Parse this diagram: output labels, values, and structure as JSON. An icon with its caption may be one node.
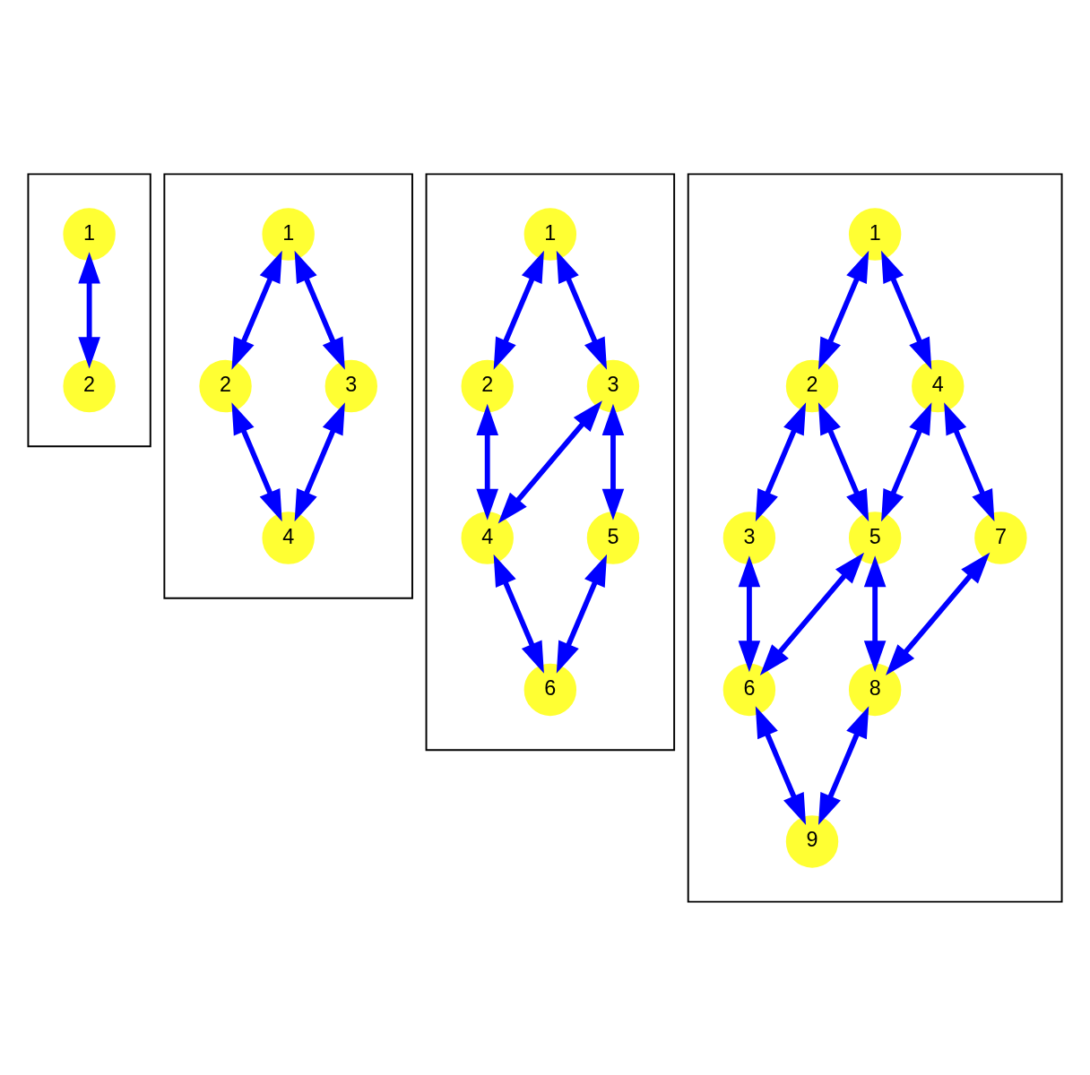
{
  "diagram": {
    "nodes": [
      {
        "text": [],
        "shape": "box"
      },
      {
        "text": [
          "1"
        ],
        "in": 0
      },
      {
        "text": [
          "2"
        ],
        "in": 0
      },
      {
        "text": [],
        "shape": "box"
      },
      {
        "text": [
          "1"
        ],
        "in": 3
      },
      {
        "text": [
          "2"
        ],
        "in": 3
      },
      {
        "text": [
          "3"
        ],
        "in": 3
      },
      {
        "text": [
          "4"
        ],
        "in": 3
      },
      {
        "text": [],
        "shape": "box"
      },
      {
        "text": [
          "1"
        ],
        "in": 8
      },
      {
        "text": [
          "2"
        ],
        "in": 8
      },
      {
        "text": [
          "3"
        ],
        "in": 8
      },
      {
        "text": [
          "4"
        ],
        "in": 8
      },
      {
        "text": [
          "5"
        ],
        "in": 8
      },
      {
        "text": [
          "6"
        ],
        "in": 8
      },
      {
        "text": [],
        "shape": "box"
      },
      {
        "text": [
          "1"
        ],
        "in": 15
      },
      {
        "text": [
          "2"
        ],
        "in": 15
      },
      {
        "text": [
          "3"
        ],
        "in": 15
      },
      {
        "text": [
          "4"
        ],
        "in": 15
      },
      {
        "text": [
          "5"
        ],
        "in": 15
      },
      {
        "text": [
          "6"
        ],
        "in": 15
      },
      {
        "text": [
          "7"
        ],
        "in": 15
      },
      {
        "text": [
          "8"
        ],
        "in": 15
      },
      {
        "text": [
          "9"
        ],
        "in": 15
      }
    ],
    "edges": [
      {
        "from": 1,
        "to": 2,
        "arrow": "both"
      },
      {
        "from": 4,
        "to": 5,
        "arrow": "both"
      },
      {
        "from": 4,
        "to": 6,
        "arrow": "both"
      },
      {
        "from": 6,
        "to": 7,
        "arrow": "both"
      },
      {
        "from": 5,
        "to": 7,
        "arrow": "both"
      },
      {
        "from": 9,
        "to": 10,
        "arrow": "both"
      },
      {
        "from": 9,
        "to": 11,
        "arrow": "both"
      },
      {
        "from": 10,
        "to": 12,
        "arrow": "both"
      },
      {
        "from": 11,
        "to": 12,
        "arrow": "both"
      },
      {
        "from": 11,
        "to": 13,
        "arrow": "both"
      },
      {
        "from": 12,
        "to": 14,
        "arrow": "both"
      },
      {
        "from": 13,
        "to": 14,
        "arrow": "both"
      },
      {
        "from": 16,
        "to": 17,
        "arrow": "both"
      },
      {
        "from": 17,
        "to": 18,
        "arrow": "both"
      },
      {
        "from": 18,
        "to": 21,
        "arrow": "both"
      },
      {
        "from": 21,
        "to": 24,
        "arrow": "both"
      },
      {
        "from": 17,
        "to": 20,
        "arrow": "both"
      },
      {
        "from": 20,
        "to": 23,
        "arrow": "both"
      },
      {
        "from": 16,
        "to": 19,
        "arrow": "both"
      },
      {
        "from": 19,
        "to": 22,
        "arrow": "both"
      },
      {
        "from": 22,
        "to": 23,
        "arrow": "both"
      },
      {
        "from": 23,
        "to": 24,
        "arrow": "both"
      },
      {
        "from": 19,
        "to": 20,
        "arrow": "both"
      },
      {
        "from": 20,
        "to": 21,
        "arrow": "both"
      }
    ]
  }
}
